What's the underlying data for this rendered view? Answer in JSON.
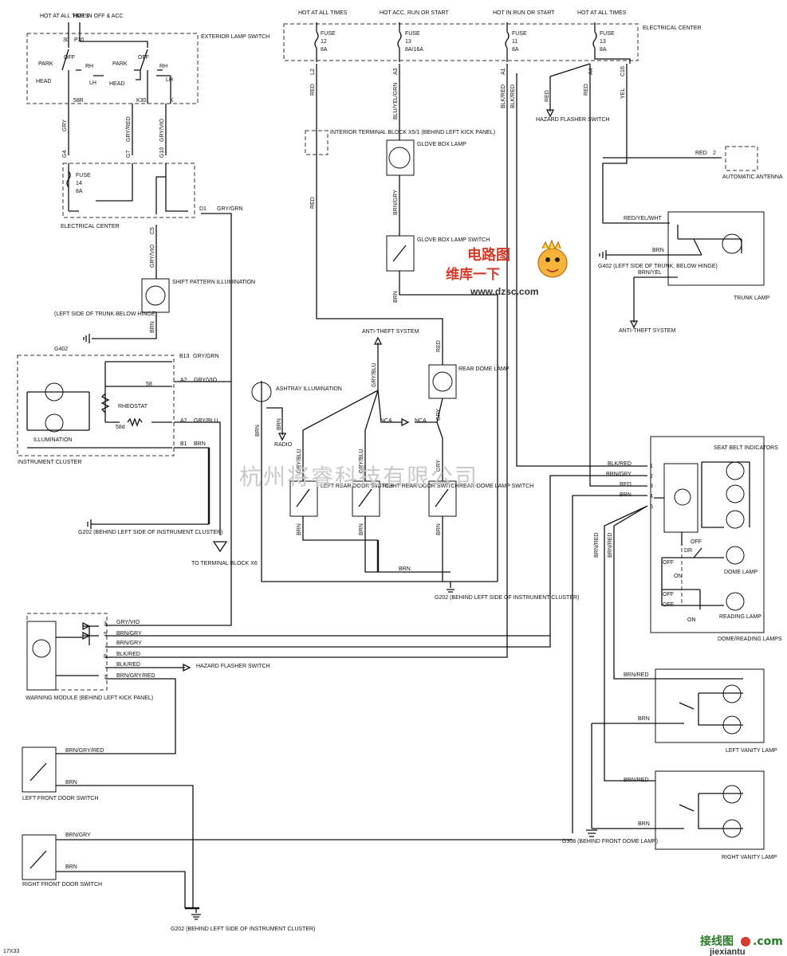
{
  "power": {
    "ext_hot_always": "HOT AT ALL TIMES",
    "ext_hot_inoff": "HOT IN OFF & ACC",
    "ec_hot_always_a": "HOT AT ALL TIMES",
    "ec_hot_acc_run": "HOT ACC, RUN OR START",
    "ec_hot_run": "HOT IN RUN OR START",
    "ec_hot_always_b": "HOT AT ALL TIMES"
  },
  "exterior_switch": {
    "title": "EXTERIOR LAMP SWITCH",
    "term_30": "30",
    "term_p30": "P30",
    "park_a": "PARK",
    "off_a": "OFF",
    "rh_a": "RH",
    "head_a": "HEAD",
    "lh_a": "LH",
    "park_b": "PARK",
    "off_b": "OFF",
    "rh_b": "RH",
    "head_b": "HEAD",
    "lh_b": "LH",
    "term_58r": "58R",
    "term_k30": "K30",
    "term_k": "K"
  },
  "left_ec": {
    "fuse": "FUSE",
    "fuse_num": "14",
    "fuse_amp": "8A",
    "label": "ELECTRICAL CENTER",
    "g4": "G4",
    "g7": "G7",
    "g10": "G10",
    "c5": "C5",
    "d1": "D1"
  },
  "right_ec": {
    "label": "ELECTRICAL CENTER",
    "f1_name": "FUSE",
    "f1_num": "12",
    "f1_amp": "8A",
    "f2_name": "FUSE",
    "f2_num": "13",
    "f2_amp": "8A/16A",
    "f3_name": "FUSE",
    "f3_num": "11",
    "f3_amp": "8A",
    "f4_name": "FUSE",
    "f4_num": "13",
    "f4_amp": "8A",
    "l2": "L2",
    "a3": "A3",
    "a1": "A1",
    "a4": "A4",
    "c16": "C16"
  },
  "wires": {
    "gry": "GRY",
    "gry_red": "GRY/RED",
    "gry_vio": "GRY/VIO",
    "gry_vio_2": "GRY/VIO",
    "gry_grn": "GRY/GRN",
    "red_l2": "RED",
    "red_l2b": "RED",
    "blu_yel_grn": "BLU/YEL/GRN",
    "brn_gry": "BRN/GRY",
    "brn_glove": "BRN",
    "blk_red_a1": "BLK/RED",
    "blk_red_a1b": "BLK/RED",
    "red_a4": "RED",
    "yel_c16": "YEL",
    "red_hazard": "RED",
    "brn_shift": "BRN",
    "red_ant": "RED",
    "red_yel_wht": "RED/YEL/WHT",
    "brn_trunk": "BRN",
    "brn_yel": "BRN/YEL",
    "ic_b13": "GRY/GRN",
    "ic_a2a": "GRY/VIO",
    "ic_a2b": "GRY/BLU",
    "ic_b1": "BRN",
    "gry_blu_theft": "GRY/BLU",
    "gry_blu_l": "GRY/BLU",
    "gry_blu_m": "GRY/BLU",
    "red_dome": "RED",
    "gry_dome": "GRY",
    "gry_rdsw": "GRY",
    "nca_a": "NCA",
    "nca_b": "NCA",
    "brn_l": "BRN",
    "brn_m": "BRN",
    "brn_r": "BRN",
    "brn_bus": "BRN",
    "brn_ash": "BRN",
    "brn_ash_b": "BRN",
    "sb_1": "BLK/RED",
    "sb_2": "BRN/GRY",
    "sb_3": "RED",
    "sb_4": "BRN",
    "brn_red_v1": "BRN/RED",
    "brn_red_v2": "BRN/RED",
    "lv_brn_red": "BRN/RED",
    "lv_brn": "BRN",
    "rv_brn_red": "BRN/RED",
    "rv_brn": "BRN",
    "wm_3": "GRY/VIO",
    "wm_5a": "BRN/GRY",
    "wm_5b": "BRN/GRY",
    "wm_6": "BLK/RED",
    "wm_6b": "BLK/RED",
    "wm_7": "BRN/GRY/RED",
    "lfd_a": "BRN/GRY/RED",
    "lfd_b": "BRN",
    "rfd_a": "BRN/GRY",
    "rfd_b": "BRN"
  },
  "components": {
    "interior_block": "INTERIOR TERMINAL BLOCK X5/1 (BEHIND LEFT KICK PANEL)",
    "glove_lamp": "GLOVE BOX LAMP",
    "glove_switch": "GLOVE BOX LAMP SWITCH",
    "hazard_top": "HAZARD FLASHER SWITCH",
    "antenna": "AUTOMATIC ANTENNA",
    "g402_right": "G402 (LEFT SIDE OF TRUNK, BELOW HINGE)",
    "anti_theft_right": "ANTI-THEFT SYSTEM",
    "trunk_lamp": "TRUNK LAMP",
    "shift_illum": "SHIFT PATTERN ILLUMINATION",
    "g402_left_a": "(LEFT SIDE OF TRUNK BELOW HINGE)",
    "g402_left_b": "G402",
    "ic_b13": "B13",
    "ic_58": "58",
    "ic_a2a": "A2",
    "ic_rheostat": "RHEOSTAT",
    "ic_58d": "58d",
    "ic_a2b": "A2",
    "ic_illum": "ILLUMINATION",
    "ic_b1": "B1",
    "ic_label": "INSTRUMENT CLUSTER",
    "g202_a": "G202 (BEHIND LEFT SIDE OF INSTRUMENT CLUSTER)",
    "terminal_x6": "TO TERMINAL BLOCK X6",
    "ashtray": "ASHTRAY ILLUMINATION",
    "radio": "RADIO",
    "anti_theft_center": "ANTI-THEFT SYSTEM",
    "rear_dome": "REAR DOME LAMP",
    "left_rear_door": "LEFT REAR DOOR SWITCH",
    "right_rear_door": "RIGHT REAR DOOR SWITCH",
    "rear_dome_switch": "REAR-DOME LAMP SWITCH",
    "g202_b": "G202 (BEHIND LEFT SIDE OF INSTRUMENT CLUSTER)",
    "seat_belt": "SEAT BELT INDICATORS",
    "off": "OFF",
    "dr": "DR",
    "on_a": "ON",
    "off_a": "OFF",
    "off_b": "OFF",
    "off_c": "OFF",
    "on_b": "ON",
    "dome_lamp": "DOME LAMP",
    "reading_lamp": "READING LAMP",
    "dome_reading": "DOME/READING LAMPS",
    "sb_p1": "1",
    "sb_p2": "2",
    "sb_p3": "3",
    "sb_p4": "4",
    "sb_p5": "5",
    "left_vanity": "LEFT VANITY LAMP",
    "right_vanity": "RIGHT VANITY LAMP",
    "g308": "G308 (BEHIND FRONT DOME LAMP)",
    "warning_module": "WARNING MODULE (BEHIND LEFT KICK PANEL)",
    "wm_p3": "3",
    "wm_p5": "5",
    "wm_p6": "6",
    "wm_p7": "7",
    "hazard_bottom": "HAZARD FLASHER SWITCH",
    "lfd_switch": "LEFT FRONT DOOR SWITCH",
    "rfd_switch": "RIGHT FRONT DOOR SWITCH",
    "g202_c": "G202 (BEHIND LEFT SIDE OF INSTRUMENT CLUSTER)",
    "ant_pin": "2"
  },
  "watermarks": {
    "company": "杭州将睿科技有限公司",
    "logo_cn_a": "电路图",
    "logo_cn_b": "维库一下",
    "logo_url": "www.dzsc.com",
    "jx_cn": "接线图",
    "jx_dot": ".com",
    "jx_url": "jiexiantu"
  },
  "page_code": "17X33"
}
